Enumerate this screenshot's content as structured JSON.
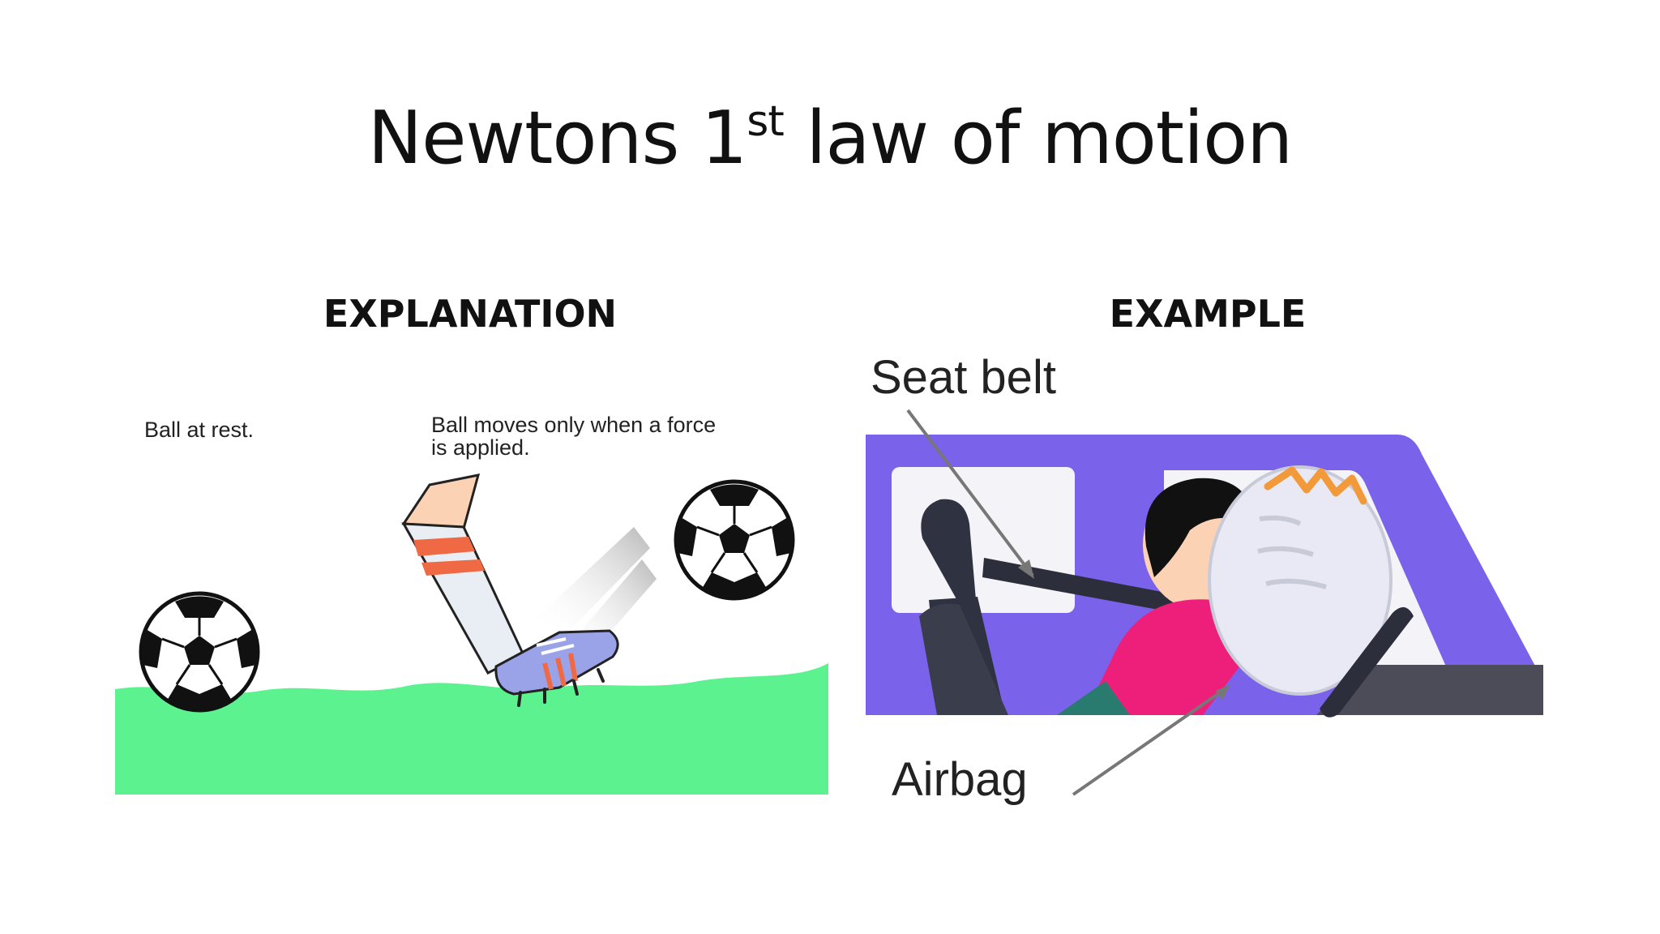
{
  "slide": {
    "title_main_a": "Newtons 1",
    "title_sup": "st",
    "title_main_b": " law of motion"
  },
  "explanation": {
    "heading": "EXPLANATION",
    "caption_rest": "Ball at rest.",
    "caption_moves_line1": "Ball moves only when a force",
    "caption_moves_line2": "is applied."
  },
  "example": {
    "heading": "EXAMPLE",
    "label_seatbelt": "Seat belt",
    "label_airbag": "Airbag"
  },
  "colors": {
    "grass": "#5cf28f",
    "car_body": "#7a63ea",
    "shirt": "#ee1f7a",
    "boot": "#9aa3e8",
    "stripe": "#ef6a44"
  }
}
